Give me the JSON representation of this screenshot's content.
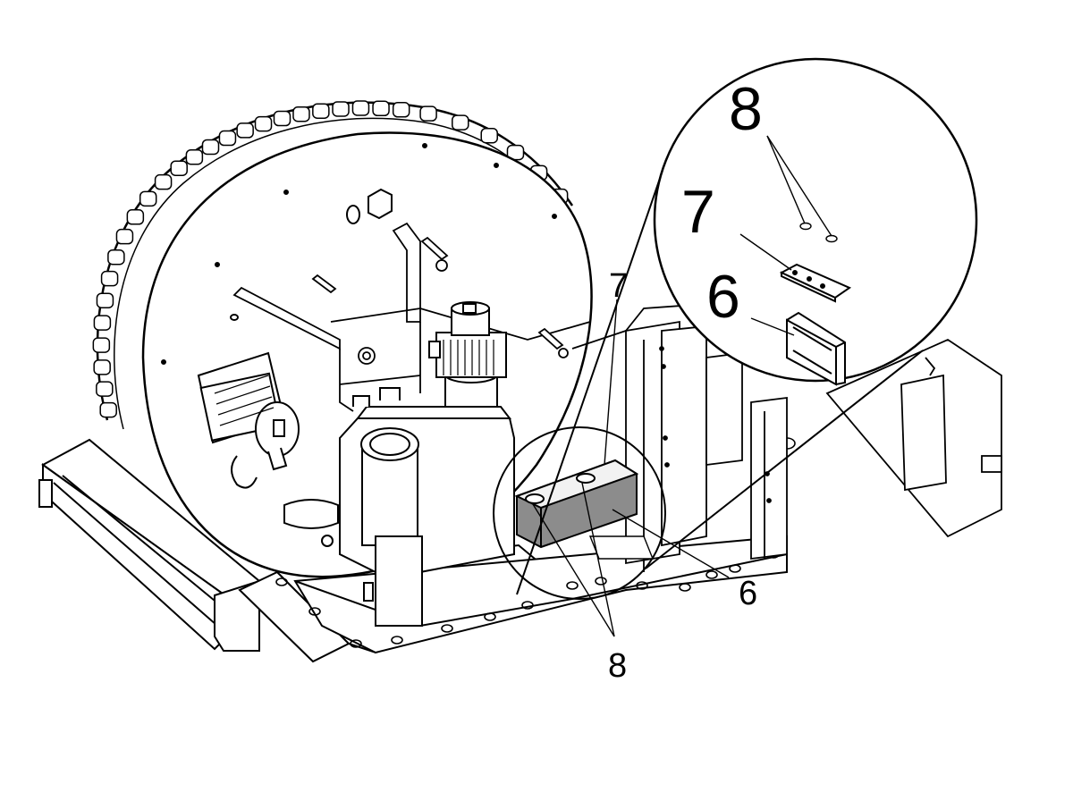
{
  "callouts": {
    "main": {
      "c7": "7",
      "c6": "6",
      "c8": "8"
    },
    "detail": {
      "c8": "8",
      "c7": "7",
      "c6": "6"
    }
  },
  "colors": {
    "line": "#000000",
    "background": "#ffffff",
    "part_fill": "#8c8c8c",
    "light_fill": "#f2f2f2"
  }
}
